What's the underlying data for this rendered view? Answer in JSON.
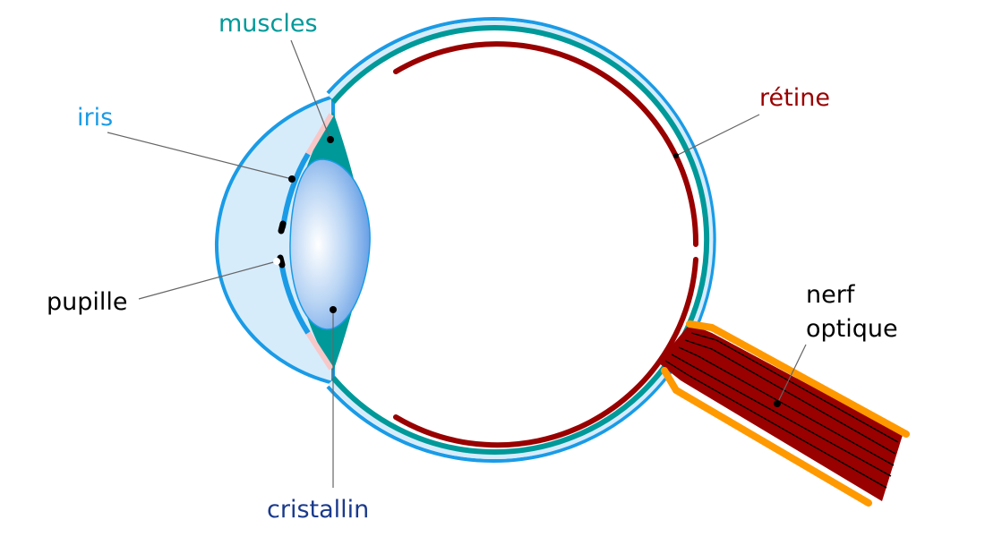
{
  "labels": {
    "muscles": "muscles",
    "iris": "iris",
    "retine": "rétine",
    "pupille": "pupille",
    "nerf": "nerf",
    "optique": "optique",
    "cristallin": "cristallin"
  },
  "colors": {
    "muscles": "#009999",
    "iris": "#1a9be6",
    "retine": "#990000",
    "pupille": "#000000",
    "nerf": "#000000",
    "cristallin": "#1a3a8c"
  }
}
